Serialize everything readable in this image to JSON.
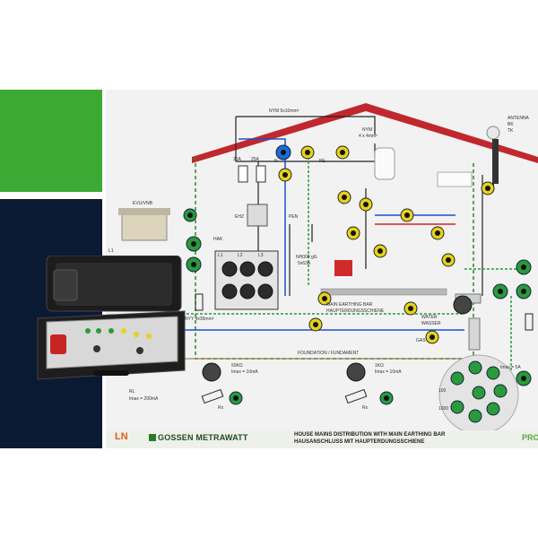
{
  "board": {
    "cable_top": "NYM 5x10mm²",
    "nym_right": "NYM",
    "nym_right_spec": "4 x 4mm²",
    "antenna": "ANTENNA",
    "antenna_2": "BK",
    "antenna_3": "TK",
    "evu": "EVU/VNB",
    "l1": "L1",
    "l2": "L2",
    "l3": "L3",
    "pen": "PEN",
    "ehz": "EHZ",
    "hak": "HAK",
    "fuse_a": "25A",
    "fuse_b": "25A",
    "n_label": "N",
    "pe_label": "PE",
    "nh000": "NH000 gG",
    "nh000_rating": "5x63A",
    "main_bar": "MAIN EARTHING BAR",
    "main_bar_de": "HAUPTERDUNGSSCHIENE",
    "water": "WATER",
    "water_de": "WASSER",
    "gas": "GAS",
    "nyy": "NYY 4x35mm²",
    "foundation": "FOUNDATION / FUNDAMENT",
    "r1_val": "50KΩ",
    "r1_imax": "Imax = 10mA",
    "r2_val": "1KΩ",
    "r2_imax": "Imax = 10mA",
    "imax_5a": "Imax = 5A",
    "rl": "RL",
    "imax_200": "Imax = 200mA",
    "rx": "Rx",
    "val_100": "100",
    "val_1000": "1000",
    "caption_en": "HOUSE MAINS DISTRIBUTION WITH MAIN EARTHING BAR",
    "caption_de": "HAUSANSCHLUSS MIT HAUPTERDUNGSSCHIENE",
    "brand": "GOSSEN METRAWATT",
    "logo": "LN",
    "pro": "PRO"
  },
  "colors": {
    "green": "#3aaa35",
    "navy": "#0b1a33",
    "roof_red": "#c0282d",
    "terminal_yellow": "#e6d21a",
    "terminal_green": "#2a9a3a"
  }
}
